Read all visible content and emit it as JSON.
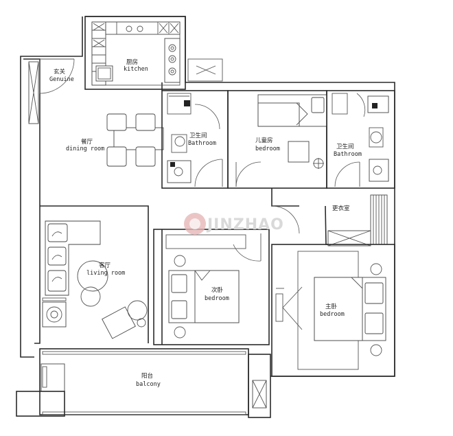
{
  "rooms": {
    "kitchen": {
      "cn": "厨房",
      "en": "kitchen"
    },
    "entrance": {
      "cn": "玄关",
      "en": "Genuine"
    },
    "dining": {
      "cn": "餐厅",
      "en": "dining room"
    },
    "bath_left": {
      "cn": "卫生间",
      "en": "Bathroom"
    },
    "kids": {
      "cn": "儿童房",
      "en": "bedroom"
    },
    "bath_right": {
      "cn": "卫生间",
      "en": "Bathroom"
    },
    "cloak": {
      "cn": "更衣室"
    },
    "living": {
      "cn": "客厅",
      "en": "living room"
    },
    "second": {
      "cn": "次卧",
      "en": "bedroom"
    },
    "master": {
      "cn": "主卧",
      "en": "bedroom"
    },
    "balcony": {
      "cn": "阳台",
      "en": "balcony"
    }
  },
  "watermark": {
    "text": "JINZHAO"
  },
  "colors": {
    "wall": "#2a2a2a",
    "watermark": "#d9d9d9",
    "logo": "#e6b6b6"
  }
}
